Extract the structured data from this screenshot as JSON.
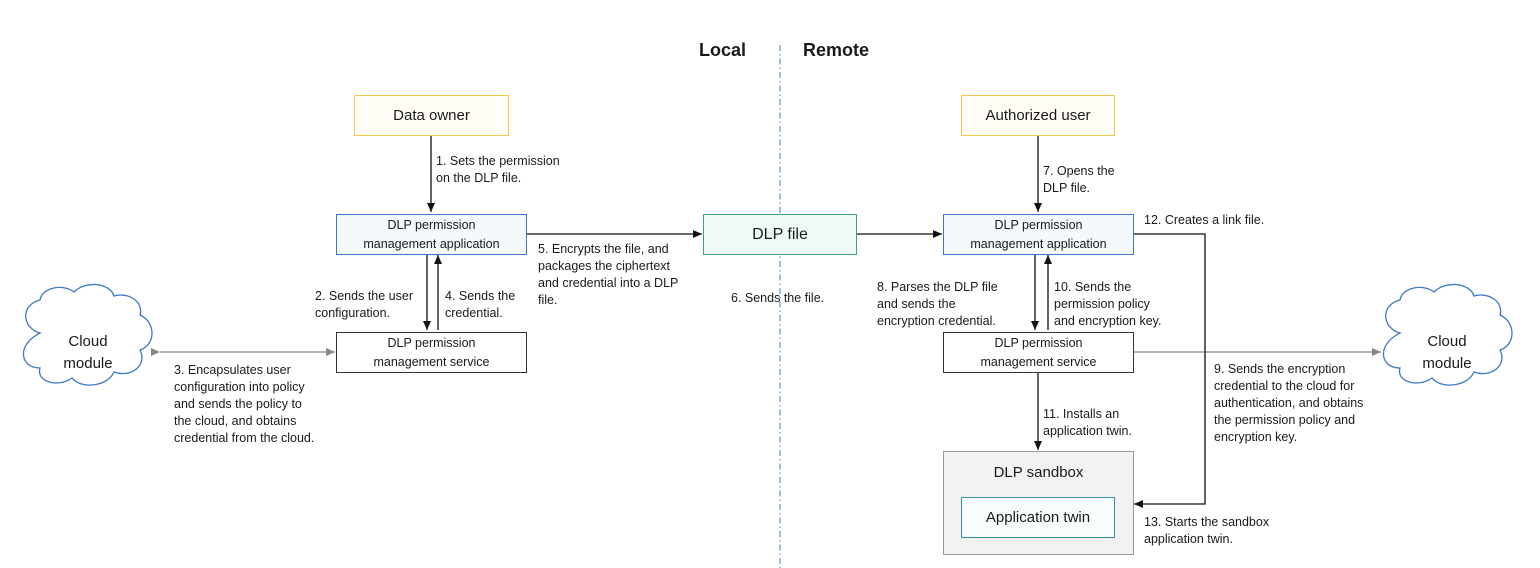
{
  "headings": {
    "local": "Local",
    "remote": "Remote"
  },
  "local": {
    "data_owner": "Data owner",
    "app": {
      "line1": "DLP permission",
      "line2": "management application"
    },
    "service": {
      "line1": "DLP permission",
      "line2": "management service"
    },
    "cloud": {
      "line1": "Cloud",
      "line2": "module"
    }
  },
  "remote": {
    "authorized_user": "Authorized user",
    "app": {
      "line1": "DLP permission",
      "line2": "management application"
    },
    "service": {
      "line1": "DLP permission",
      "line2": "management service"
    },
    "cloud": {
      "line1": "Cloud",
      "line2": "module"
    },
    "sandbox": "DLP sandbox",
    "twin": "Application twin"
  },
  "dlp_file": "DLP file",
  "steps": {
    "s1": [
      "1. Sets the permission",
      "on the DLP file."
    ],
    "s2": [
      "2. Sends the user",
      "configuration."
    ],
    "s3": [
      "3. Encapsulates user",
      "configuration into policy",
      "and sends the policy to",
      "the cloud, and obtains",
      "credential from the cloud."
    ],
    "s4": [
      "4. Sends the",
      "credential."
    ],
    "s5": [
      "5. Encrypts the file, and",
      "packages the ciphertext",
      "and credential into a DLP",
      "file."
    ],
    "s6": [
      "6. Sends the file."
    ],
    "s7": [
      "7. Opens the",
      "DLP file."
    ],
    "s8": [
      "8. Parses the DLP file",
      "and sends the",
      "encryption credential."
    ],
    "s9": [
      "9. Sends the encryption",
      "credential to the cloud for",
      "authentication, and obtains",
      "the permission policy and",
      "encryption key."
    ],
    "s10": [
      "10. Sends the",
      "permission policy",
      "and encryption key."
    ],
    "s11": [
      "11. Installs an",
      "application twin."
    ],
    "s12": [
      "12. Creates a link file."
    ],
    "s13": [
      "13. Starts the sandbox",
      "application twin."
    ]
  }
}
